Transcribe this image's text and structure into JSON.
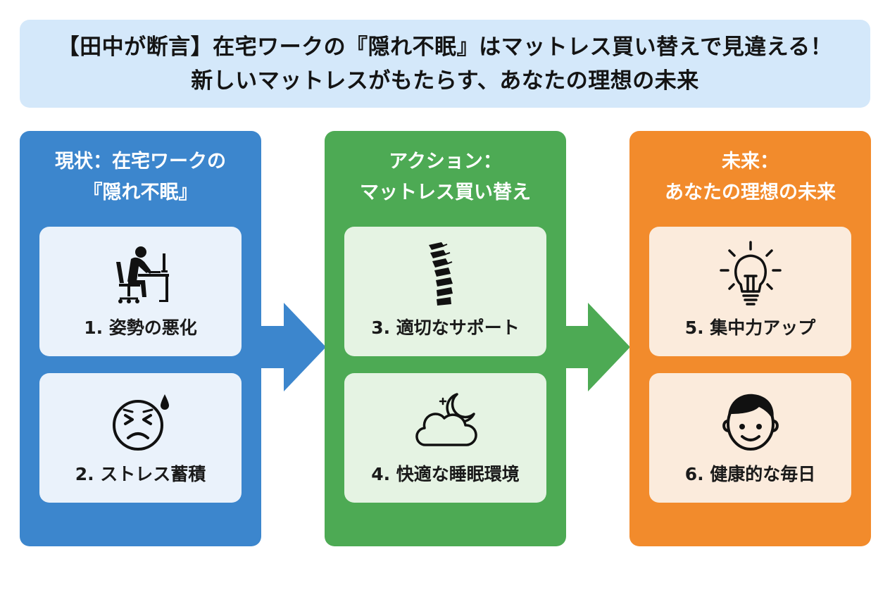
{
  "title": {
    "line1": "【田中が断言】在宅ワークの『隠れ不眠』はマットレス買い替えで見違える！",
    "line2": "新しいマットレスがもたらす、あなたの理想の未来"
  },
  "columns": [
    {
      "heading_line1": "現状：在宅ワークの",
      "heading_line2": "『隠れ不眠』",
      "color": "#3c86cd",
      "cards": [
        {
          "label": "1. 姿勢の悪化",
          "icon": "person-at-desk-icon"
        },
        {
          "label": "2. ストレス蓄積",
          "icon": "stressed-face-icon"
        }
      ]
    },
    {
      "heading_line1": "アクション：",
      "heading_line2": "マットレス買い替え",
      "color": "#4daa54",
      "cards": [
        {
          "label": "3. 適切なサポート",
          "icon": "spine-icon"
        },
        {
          "label": "4. 快適な睡眠環境",
          "icon": "cloud-moon-icon"
        }
      ]
    },
    {
      "heading_line1": "未来：",
      "heading_line2": "あなたの理想の未来",
      "color": "#f28b2c",
      "cards": [
        {
          "label": "5. 集中力アップ",
          "icon": "lightbulb-icon"
        },
        {
          "label": "6. 健康的な毎日",
          "icon": "smiling-face-icon"
        }
      ]
    }
  ],
  "arrows": [
    {
      "icon": "arrow-right-icon",
      "color": "#3c86cd"
    },
    {
      "icon": "arrow-right-icon",
      "color": "#4daa54"
    }
  ]
}
